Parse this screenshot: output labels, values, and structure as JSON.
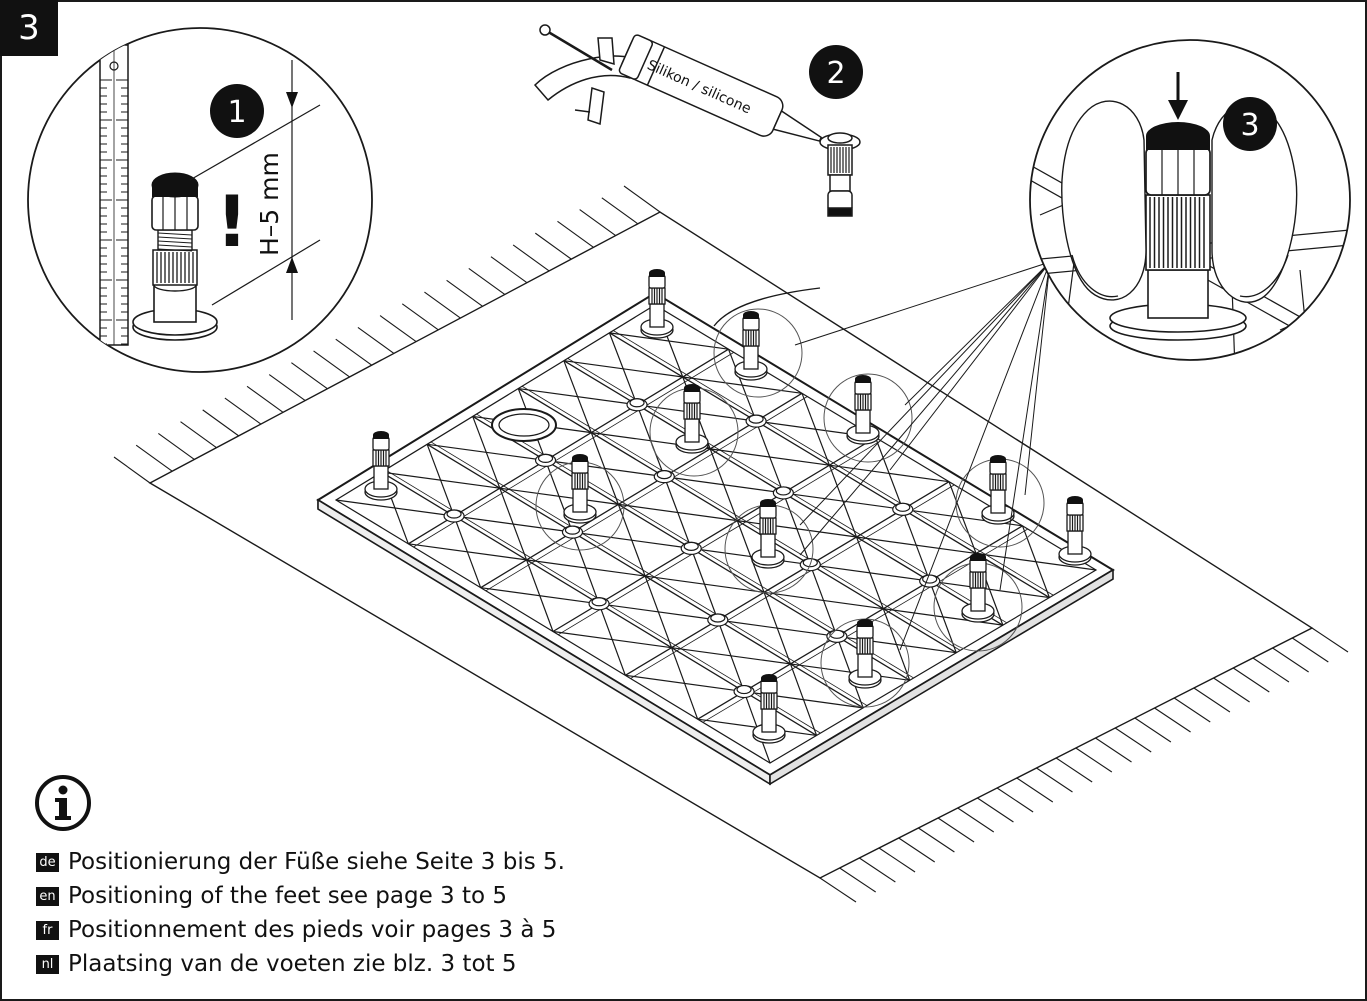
{
  "step_number": "3",
  "callouts": {
    "one": "1",
    "two": "2",
    "three": "3"
  },
  "measurement_label": "H–5 mm",
  "warning_mark": "!",
  "cartridge_label": "Silikon / silicone",
  "icons": {
    "info": "info-icon",
    "warning": "exclamation-icon",
    "press": "arrow-down-icon"
  },
  "legend": [
    {
      "lang": "de",
      "text": "Positionierung der Füße siehe Seite 3 bis 5."
    },
    {
      "lang": "en",
      "text": "Positioning of the feet see page 3 to 5"
    },
    {
      "lang": "fr",
      "text": "Positionnement des pieds voir pages 3 à 5"
    },
    {
      "lang": "nl",
      "text": "Plaatsing van de voeten zie blz. 3 tot 5"
    }
  ]
}
